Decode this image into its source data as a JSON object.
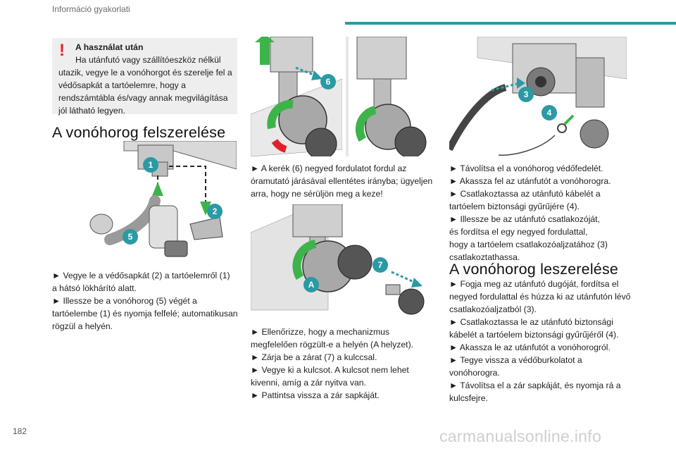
{
  "header": {
    "section": "Információ gyakorlati"
  },
  "page_number": "182",
  "warning": {
    "title": "A használat után",
    "body": "Ha utánfutó vagy szállítóeszköz nélkül utazik, vegye le a vonóhorgot és szerelje fel a védősapkát a tartóelemre, hogy a rendszámtábla és/vagy annak megvilágítása jól látható legyen."
  },
  "section_mount": {
    "title": "A vonóhorog felszerelése"
  },
  "section_unmount": {
    "title": "A vonóhorog leszerelése"
  },
  "callouts": {
    "c1": "1",
    "c2": "2",
    "c3": "3",
    "c4": "4",
    "c5": "5",
    "c6": "6",
    "c7": "7",
    "cA": "A"
  },
  "col1_text": {
    "l1": "► Vegye le a védősapkát (2) a tartóelemről (1)",
    "l2": "a hátsó lökhárító alatt.",
    "l3": "► Illessze be a vonóhorog (5) végét a",
    "l4": "tartóelembe (1) és nyomja felfelé; automatikusan",
    "l5": "rögzül a helyén."
  },
  "col2_text_a": {
    "l1": "► A kerék (6) negyed fordulatot fordul az",
    "l2": "óramutató járásával ellentétes irányba; ügyeljen",
    "l3": "arra, hogy ne sérüljön meg a keze!"
  },
  "col2_text_b": {
    "l1": "► Ellenőrizze, hogy a mechanizmus",
    "l2": "megfelelően rögzült-e a helyén (A helyzet).",
    "l3": "► Zárja be a zárat (7) a kulccsal.",
    "l4": "► Vegye ki a kulcsot. A kulcsot nem lehet",
    "l5": "kivenni, amíg a zár nyitva van.",
    "l6": "► Pattintsa vissza a zár sapkáját."
  },
  "col3_text_a": {
    "l1": "► Távolítsa el a vonóhorog védőfedelét.",
    "l2": "► Akassza fel az utánfutót a vonóhorogra.",
    "l3": "► Csatlakoztassa az utánfutó kábelét a",
    "l4": "tartóelem biztonsági gyűrűjére (4).",
    "l5": "► Illessze be az utánfutó csatlakozóját,",
    "l6": "és fordítsa el egy negyed fordulattal,",
    "l7": "hogy a tartóelem csatlakozóaljzatához (3)",
    "l8": "csatlakoztathassa."
  },
  "col3_text_b": {
    "l1": "► Fogja meg az utánfutó dugóját, fordítsa el",
    "l2": "negyed fordulattal és húzza ki az utánfutón lévő",
    "l3": "csatlakozóaljzatból (3).",
    "l4": "► Csatlakoztassa le az utánfutó biztonsági",
    "l5": "kábelét a tartóelem biztonsági gyűrűjéről (4).",
    "l6": "► Akassza le az utánfutót a vonóhorogról.",
    "l7": "► Tegye vissza a védőburkolatot a",
    "l8": "vonóhorogra.",
    "l9": "► Távolítsa el a zár sapkáját, és nyomja rá a",
    "l10": "kulcsfejre."
  },
  "watermark": "carmanualsonline.info",
  "colors": {
    "accent": "#2a9aa4",
    "warning_red": "#e0202a",
    "green": "#3cb44a",
    "callout": "#2a9aa4"
  }
}
